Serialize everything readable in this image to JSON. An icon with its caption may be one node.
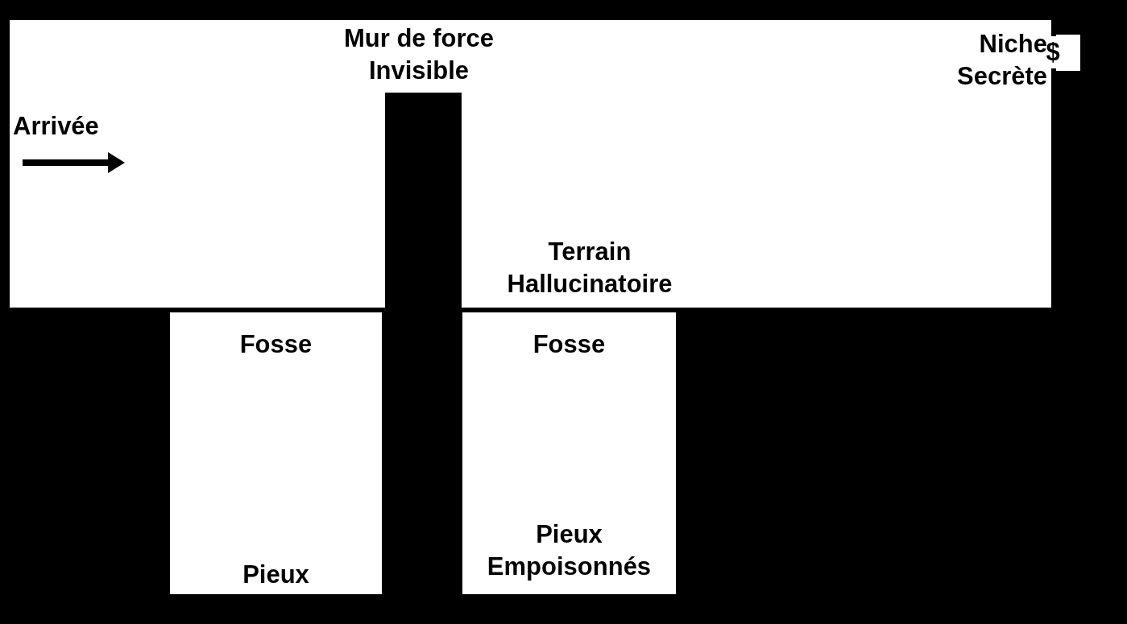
{
  "diagram": {
    "nodes": [
      {
        "text": [
          "Arrivée",
          "Terrain Hallucinatoire"
        ]
      },
      {
        "text": [
          "Fosse",
          "Pieux"
        ]
      },
      {
        "text": [
          "Fosse",
          "Pieux Empoisonnés"
        ]
      },
      {
        "text": [
          "$"
        ]
      },
      {
        "text": [],
        "shape": "box",
        "in": 0
      }
    ],
    "labels": [
      "Mur de force Invisible",
      "Niche Secrète"
    ]
  }
}
